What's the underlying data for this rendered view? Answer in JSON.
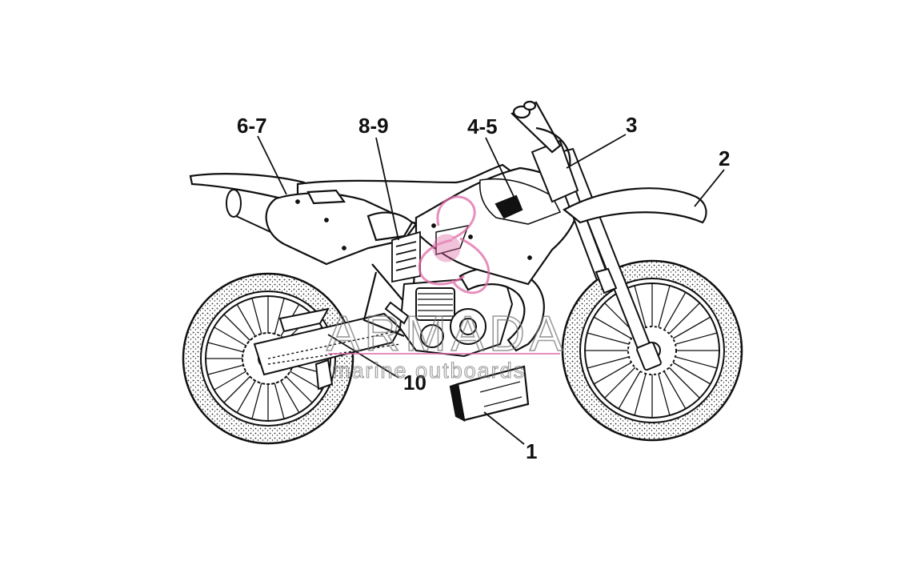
{
  "callouts": {
    "c1": "1",
    "c2": "2",
    "c3": "3",
    "c45": "4-5",
    "c67": "6-7",
    "c89": "8-9",
    "c10": "10"
  },
  "watermark": {
    "brand": "ARMADA",
    "tagline": "marine outboards",
    "accent_color": "#e06aa6",
    "text_color": "#7a7a7a"
  },
  "colors": {
    "line": "#111111",
    "background": "#ffffff"
  }
}
